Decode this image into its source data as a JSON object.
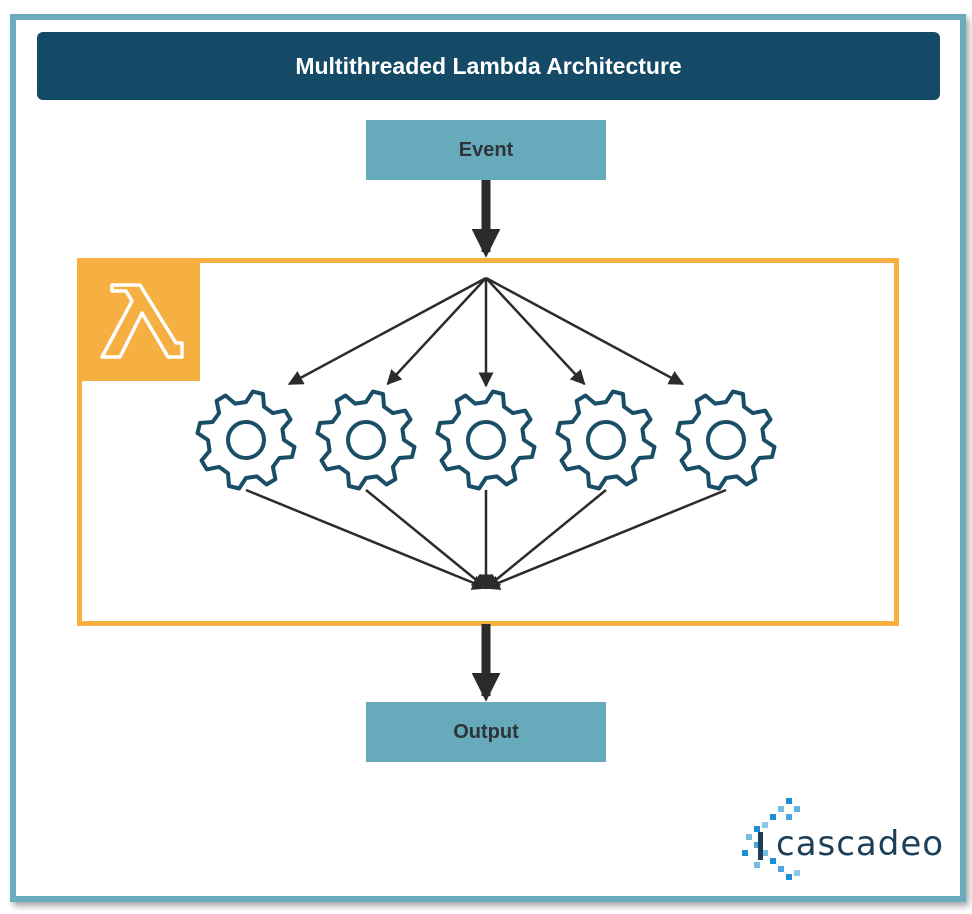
{
  "title": "Multithreaded Lambda Architecture",
  "nodes": {
    "input": "Event",
    "output": "Output"
  },
  "worker_count": 5,
  "logo": {
    "text": "cascadeo"
  },
  "colors": {
    "frame_border": "#6aabbd",
    "title_bar": "#144a66",
    "node_fill": "#66aabb",
    "lambda_accent": "#f5b041",
    "gear_stroke": "#1a4e66",
    "arrow": "#2b2b2b",
    "logo_blue": "#1e90d6"
  },
  "icons": [
    "lambda-icon",
    "gear-icon",
    "arrow-icon"
  ]
}
